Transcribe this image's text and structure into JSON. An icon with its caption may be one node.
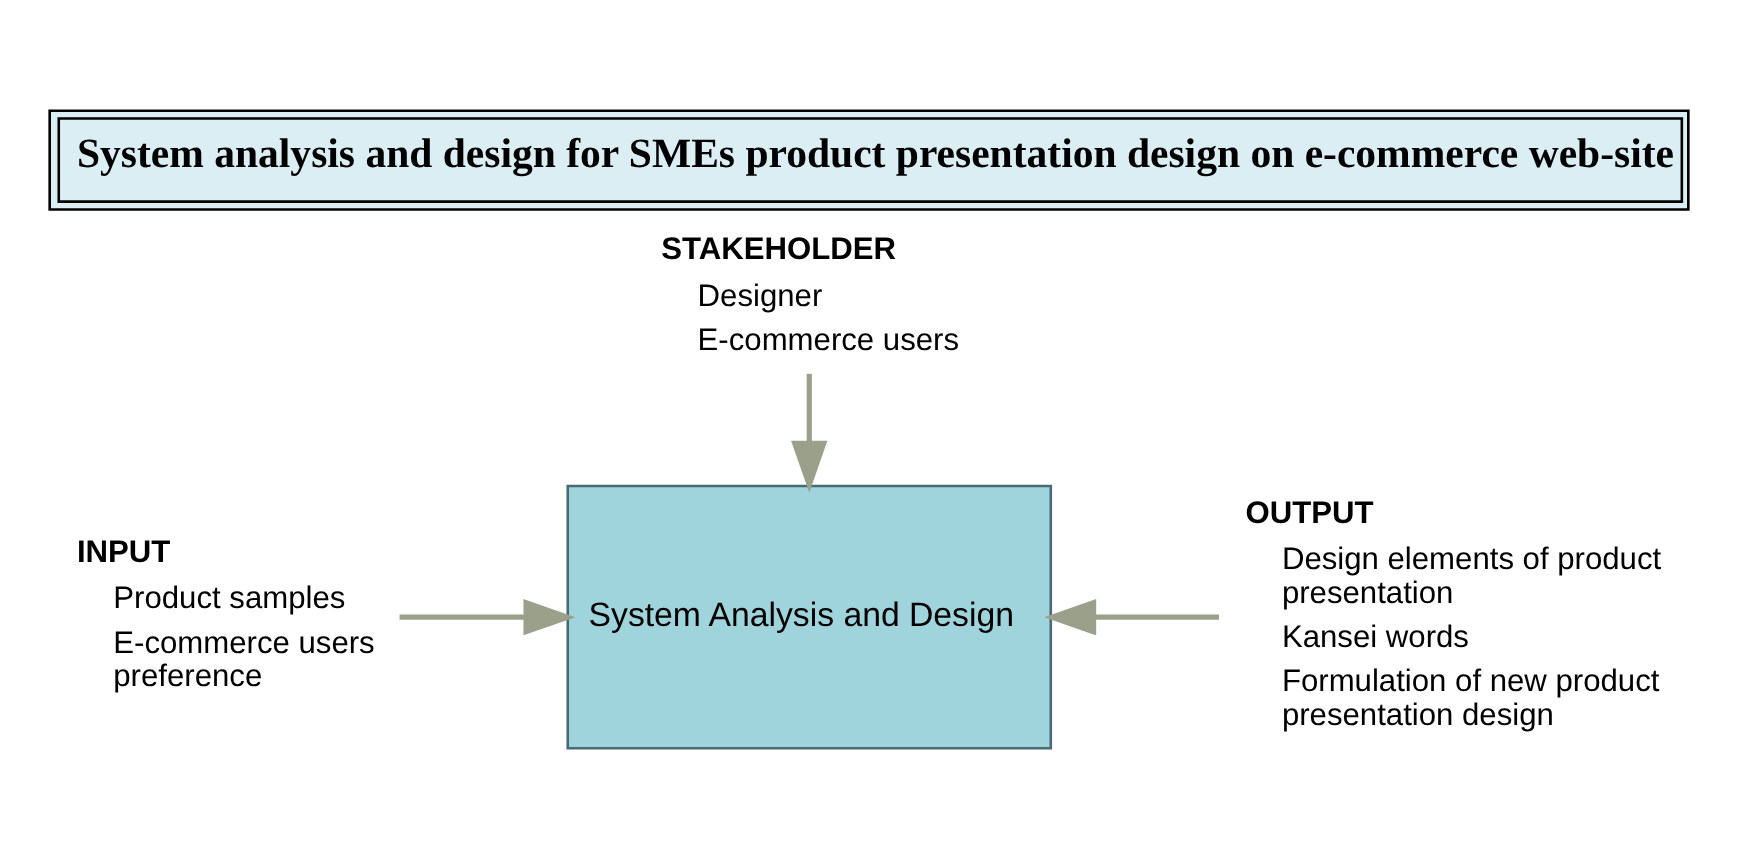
{
  "diagram": {
    "title": "System analysis and design for SMEs product presentation design on e-commerce web-site",
    "nodes": [
      {
        "text": [
          "STAKEHOLDER",
          "Designer",
          "E-commerce users"
        ]
      },
      {
        "text": [
          "INPUT",
          "Product samples",
          "E-commerce users preference"
        ]
      },
      {
        "text": [
          "System Analysis and Design"
        ]
      },
      {
        "text": [
          "OUTPUT",
          "Design elements of product presentation",
          "Kansei words",
          "Formulation of new product presentation design"
        ]
      }
    ],
    "edges": [
      {
        "from": 0,
        "to": 2,
        "arrow": "to"
      },
      {
        "from": 1,
        "to": 2,
        "arrow": "to"
      },
      {
        "from": 3,
        "to": 2,
        "arrow": "to"
      }
    ]
  }
}
